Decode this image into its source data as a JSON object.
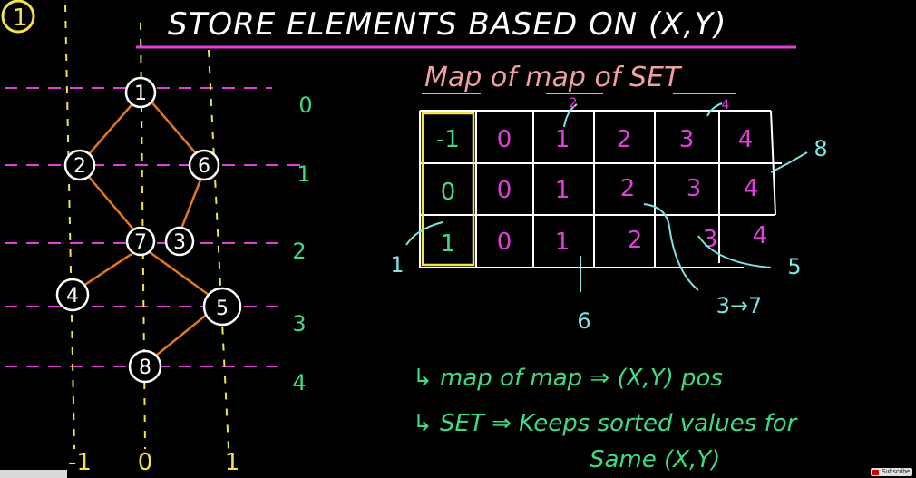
{
  "title": "STORE ELEMENTS BASED ON (X,Y)",
  "step_badge": "1",
  "tree": {
    "nodes": [
      "1",
      "2",
      "6",
      "7",
      "3",
      "4",
      "5",
      "8"
    ],
    "level_labels": [
      "0",
      "1",
      "2",
      "3",
      "4"
    ],
    "column_labels": [
      "-1",
      "0",
      "1"
    ]
  },
  "map": {
    "title": "Map of map of SET",
    "rows": [
      {
        "key": "-1",
        "cells": [
          "0",
          "1",
          "2",
          "3",
          "4"
        ]
      },
      {
        "key": "0",
        "cells": [
          "0",
          "1",
          "2",
          "3",
          "4"
        ]
      },
      {
        "key": "1",
        "cells": [
          "0",
          "1",
          "2",
          "3",
          "4"
        ]
      }
    ],
    "annotations": {
      "up_2": "2",
      "up_4": "4",
      "right_8": "8",
      "left_1": "1",
      "down_6": "6",
      "right_5": "5",
      "chain": "3→7"
    }
  },
  "notes": [
    "↳ map of map ⇒ (X,Y) pos",
    "↳ SET ⇒ Keeps sorted values for",
    "Same (X,Y)"
  ],
  "footer": {
    "subscribe": "Subscribe"
  },
  "colors": {
    "yellow": "#f2e24c",
    "white": "#ffffff",
    "magenta": "#e040d8",
    "orange": "#e07a1c",
    "green": "#3ddc84",
    "cyan": "#7fe3e3",
    "pink_title": "#f0a0a0"
  }
}
